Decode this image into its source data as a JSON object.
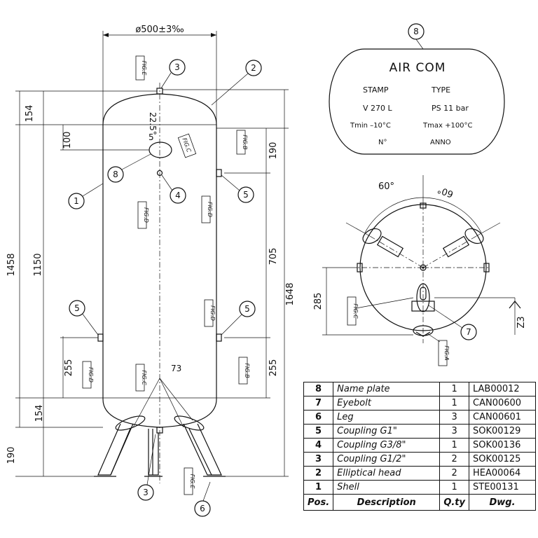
{
  "dimensions": {
    "diameter": "ø500±3‰",
    "d154_top": "154",
    "d100": "100",
    "d1458": "1458",
    "d1150": "1150",
    "d255_left": "255",
    "d154_bottom": "154",
    "d190_bottom": "190",
    "d190_right": "190",
    "d705": "705",
    "d1648": "1648",
    "d255_right": "255",
    "d285": "285",
    "angle_left": "60°",
    "angle_right": "60°",
    "angle_225": "22.5°",
    "small_5": "5",
    "small_73": "73",
    "z3": "Z3"
  },
  "figure_tags": {
    "fig_e_top": "FIG.E",
    "fig_c_top": "FIG.C",
    "fig_b_top": "FIG.B",
    "fig_d_upper": "FIG.D",
    "fig_d_center": "FIG.D",
    "fig_d_right": "FIG.D",
    "fig_d_left": "FIG.D",
    "fig_c_bottom": "FIG.C",
    "fig_b_bottom": "FIG.B",
    "fig_e_bottom": "FIG.E",
    "fig_c_plan": "FIG.C",
    "fig_a_plan": "FIG.A"
  },
  "balloons": {
    "b3_top": "3",
    "b2": "2",
    "b8_left": "8",
    "b1": "1",
    "b4": "4",
    "b5_upper_right": "5",
    "b5_lower_left": "5",
    "b5_lower_right": "5",
    "b3_bottom": "3",
    "b6": "6",
    "b8_plate": "8",
    "b7": "7"
  },
  "name_plate": {
    "title": "AIR COM",
    "stamp_label": "STAMP",
    "type_label": "TYPE",
    "volume": "V 270  L",
    "pressure": "PS 11 bar",
    "tmin": "Tmin  –10°C",
    "tmax": "Tmax  +100°C",
    "serial_label": "N°",
    "year_label": "ANNO"
  },
  "bom": {
    "header": {
      "pos": "Pos.",
      "desc": "Description",
      "qty": "Q.ty",
      "dwg": "Dwg."
    },
    "rows": [
      {
        "pos": "8",
        "desc": "Name plate",
        "qty": "1",
        "dwg": "LAB00012"
      },
      {
        "pos": "7",
        "desc": "Eyebolt",
        "qty": "1",
        "dwg": "CAN00600"
      },
      {
        "pos": "6",
        "desc": "Leg",
        "qty": "3",
        "dwg": "CAN00601"
      },
      {
        "pos": "5",
        "desc": "Coupling G1\"",
        "qty": "3",
        "dwg": "SOK00129"
      },
      {
        "pos": "4",
        "desc": "Coupling G3/8\"",
        "qty": "1",
        "dwg": "SOK00136"
      },
      {
        "pos": "3",
        "desc": "Coupling G1/2\"",
        "qty": "2",
        "dwg": "SOK00125"
      },
      {
        "pos": "2",
        "desc": "Elliptical head",
        "qty": "2",
        "dwg": "HEA00064"
      },
      {
        "pos": "1",
        "desc": "Shell",
        "qty": "1",
        "dwg": "STE00131"
      }
    ]
  }
}
